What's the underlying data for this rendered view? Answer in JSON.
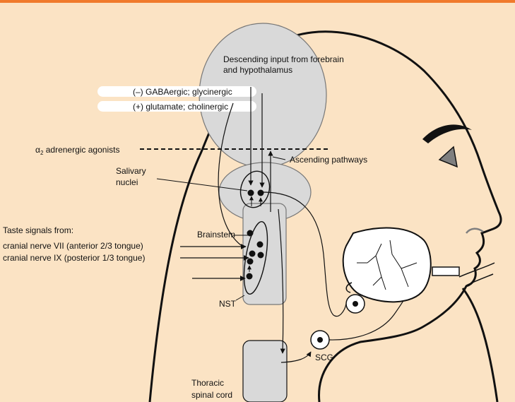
{
  "labels": {
    "descending_line1": "Descending input from forebrain",
    "descending_line2": "and hypothalamus",
    "inhibitory": "(–) GABAergic; glycinergic",
    "excitatory": "(+) glutamate; cholinergic",
    "alpha2_symbol": "α",
    "alpha2_sub": "2",
    "alpha2_text": " adrenergic agonists",
    "ascending": "Ascending pathways",
    "salivary_line1": "Salivary",
    "salivary_line2": "nuclei",
    "brainstem": "Brainstem",
    "taste_header": "Taste signals from:",
    "taste_vii": "cranial nerve VII (anterior 2/3 tongue)",
    "taste_ix": "cranial nerve IX  (posterior 1/3 tongue)",
    "nst": "NST",
    "scg": "SCG",
    "thoracic_line1": "Thoracic",
    "thoracic_line2": "spinal cord"
  },
  "colors": {
    "background": "#fbe3c4",
    "top_strip": "#f07a2c",
    "structure_fill": "#d9d9d9",
    "label_pill": "#ffffff",
    "outline": "#1a1a1a"
  }
}
